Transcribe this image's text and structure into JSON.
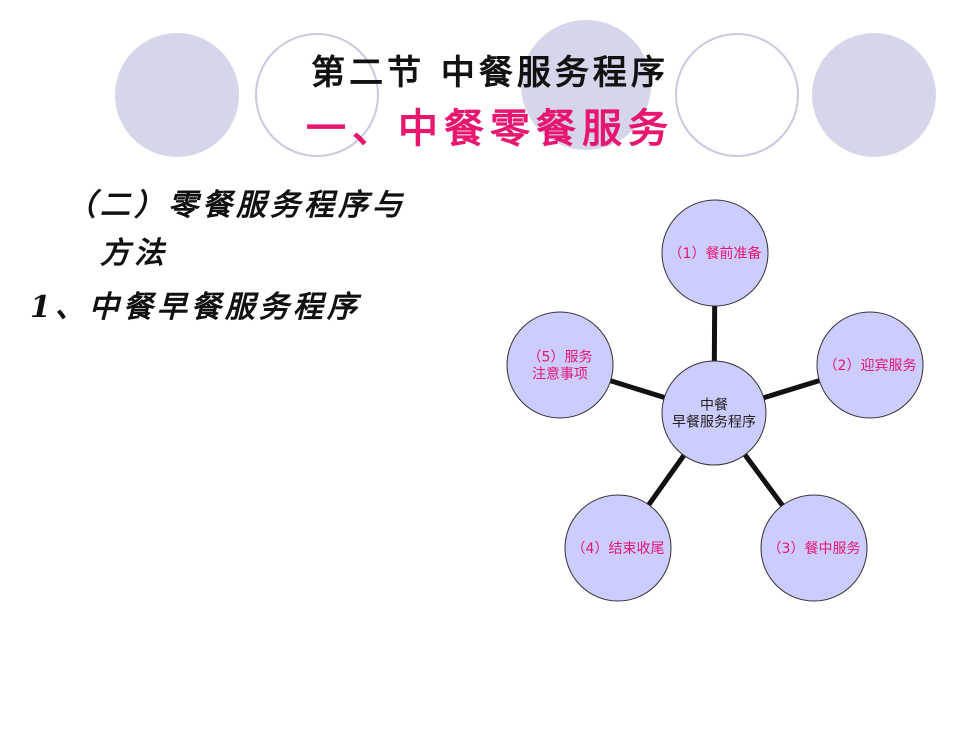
{
  "slide": {
    "section_title": "第二节    中餐服务程序",
    "subtitle": "一、中餐零餐服务",
    "subsection_line1": "（二）零餐服务程序与",
    "subsection_line2": "方法",
    "item_heading": "1、中餐早餐服务程序"
  },
  "diagram": {
    "center": {
      "lines": [
        "中餐",
        "早餐服务程序"
      ]
    },
    "nodes": [
      {
        "lines": [
          "（1）餐前准备"
        ]
      },
      {
        "lines": [
          "（2）迎宾服务"
        ]
      },
      {
        "lines": [
          "（3）餐中服务"
        ]
      },
      {
        "lines": [
          "（4）结束收尾"
        ]
      },
      {
        "lines": [
          "（5）服务",
          "注意事项"
        ]
      }
    ],
    "colors": {
      "node_fill": "#ccccff",
      "node_stroke": "#333333",
      "node_text": "#e8166f",
      "center_text": "#222222",
      "connector": "#111111"
    }
  }
}
